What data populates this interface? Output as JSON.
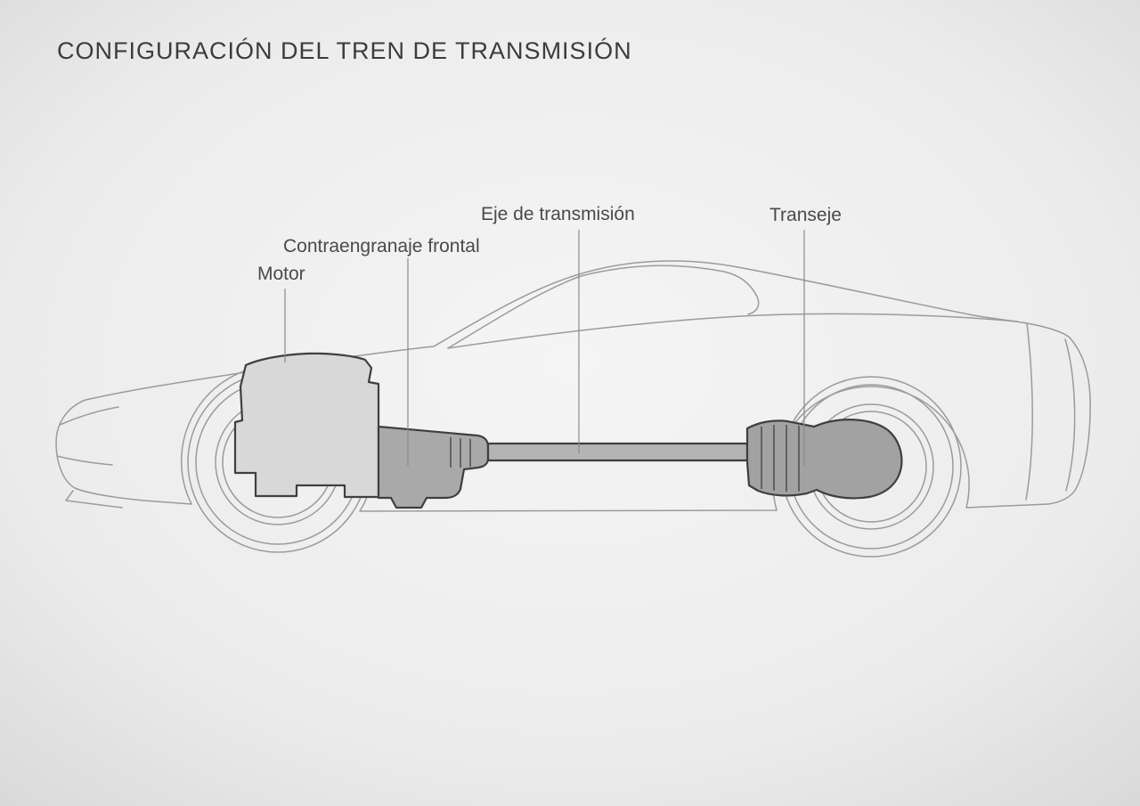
{
  "title": "CONFIGURACIÓN DEL TREN DE TRANSMISIÓN",
  "diagram": {
    "labels": {
      "driveshaft": "Eje de transmisión",
      "transaxle": "Transeje",
      "counter_gear": "Contraengranaje frontal",
      "engine": "Motor"
    }
  },
  "colors": {
    "background_center": "#f5f5f5",
    "background_edge": "#d9d9d9",
    "car_outline": "#9b9b9b",
    "component_outline": "#3f3f3f",
    "engine_fill": "#d8d8d8",
    "counter_gear_fill": "#a9a9a9",
    "driveshaft_fill": "#b4b4b4",
    "transaxle_fill": "#a2a2a2",
    "leader_line": "#8a8a8a"
  }
}
